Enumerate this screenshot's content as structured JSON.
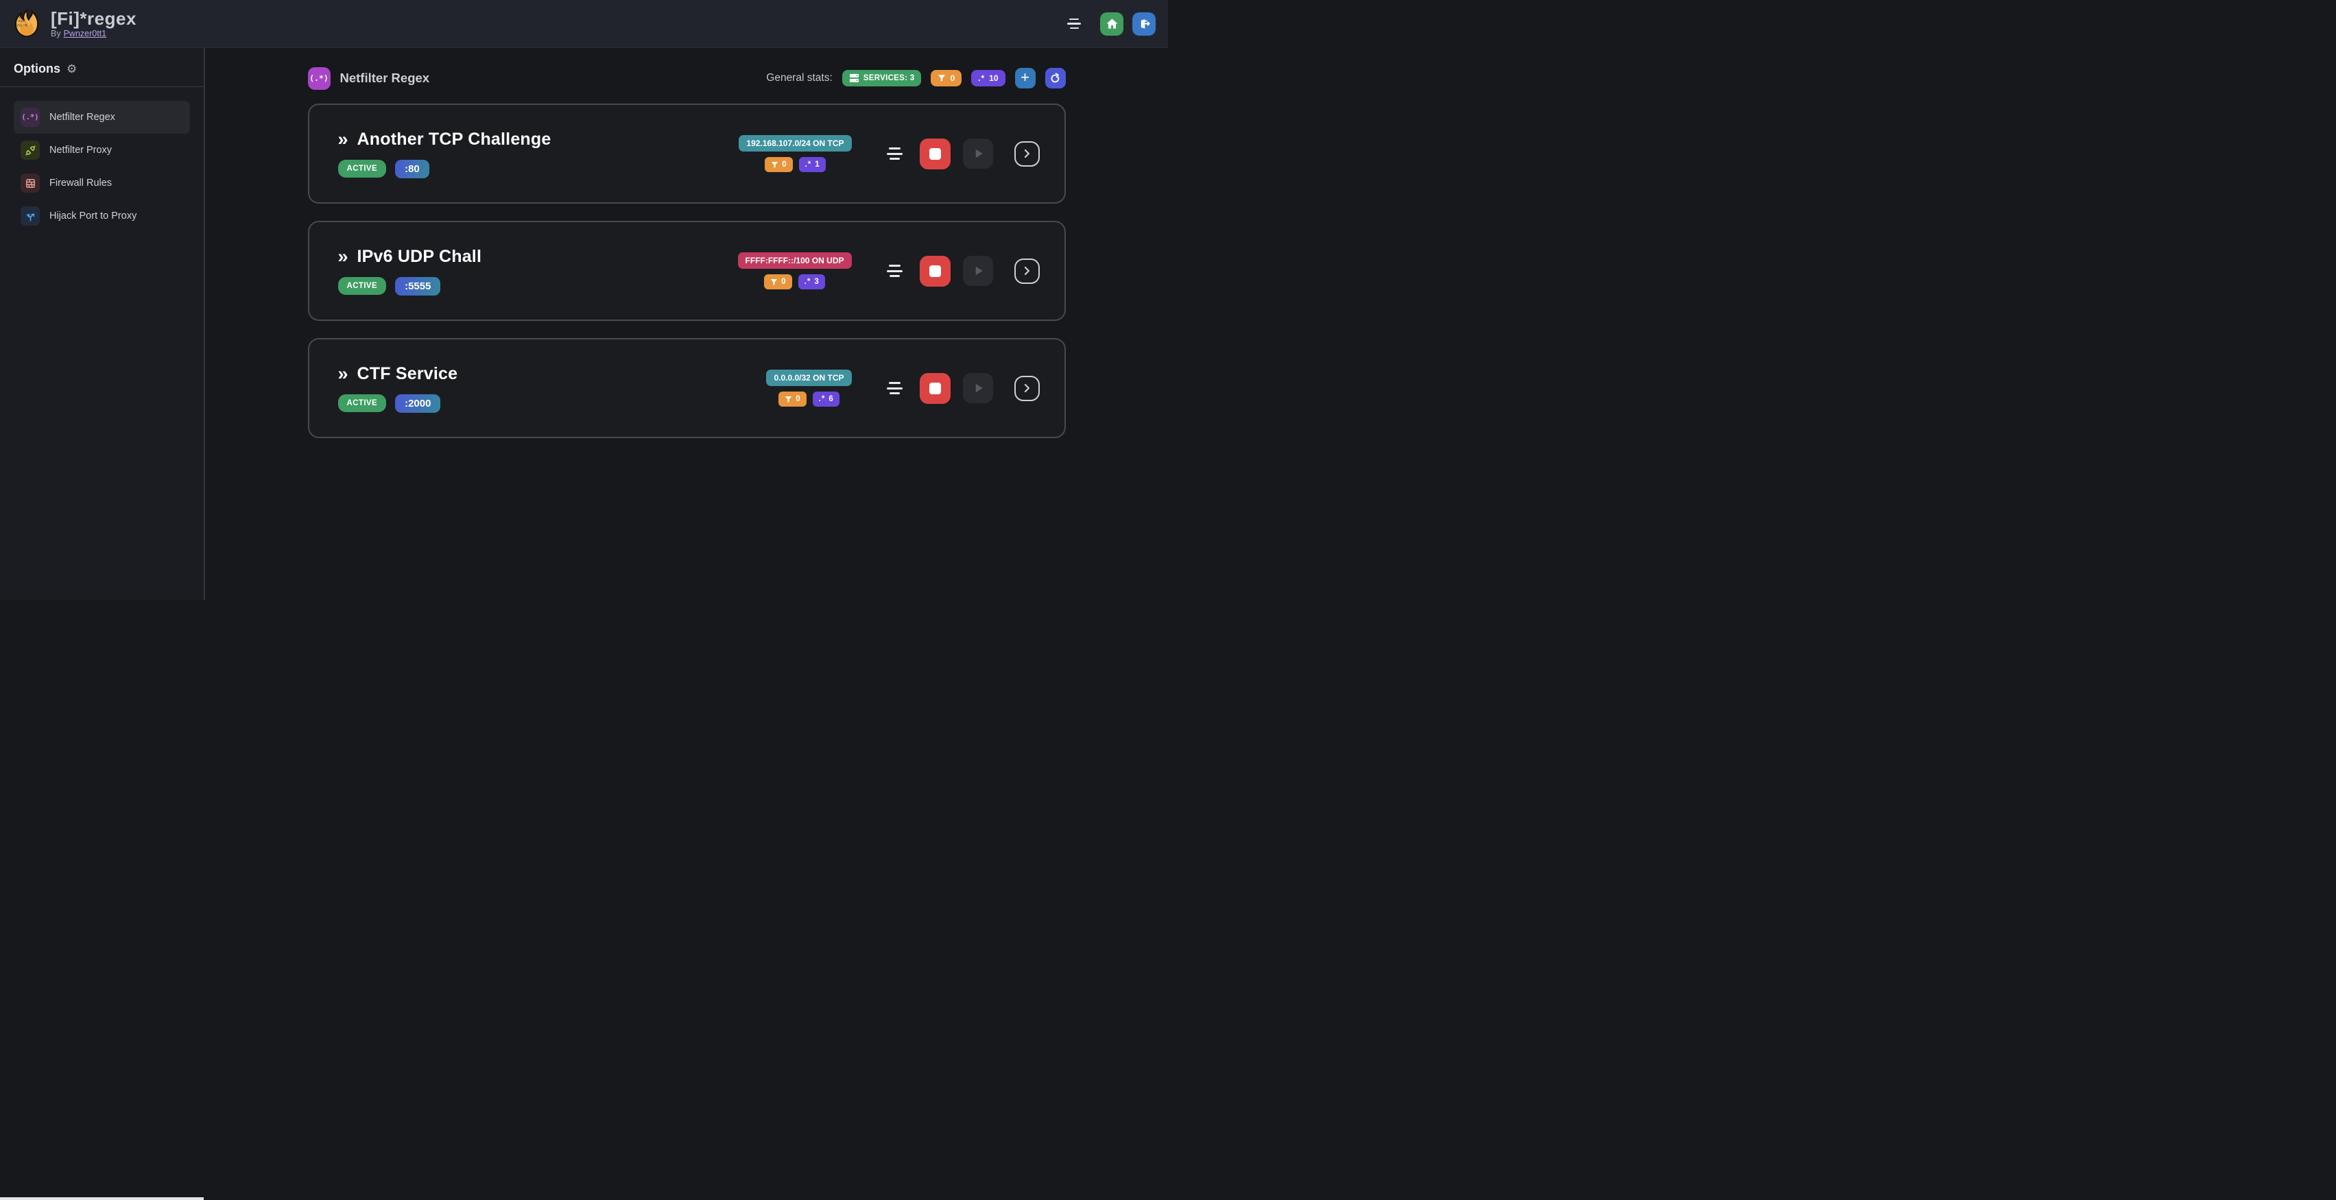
{
  "colors": {
    "accent_grape": "#a845c9",
    "green": "#3f9e63",
    "orange": "#e8953c",
    "violet": "#6a47dc",
    "teal": "#40929f",
    "pink": "#c23a60",
    "stop_red": "#dc4444",
    "plus_blue": "#3479b9",
    "refresh_indigo": "#4d58d8",
    "home_green": "#419e5f",
    "logout_blue": "#3a78c8",
    "link_purple": "#b9a0e8",
    "port_gradient_from": "#4a5ad2",
    "port_gradient_to": "#37879f"
  },
  "header": {
    "app_title": "[Fi]*regex",
    "byline_prefix": "By",
    "byline_link": "Pwnzer0tt1"
  },
  "sidebar": {
    "title": "Options",
    "gear": "⚙",
    "items": [
      {
        "label": "Netfilter Regex",
        "icon_text": "(.*)",
        "active": true
      },
      {
        "label": "Netfilter Proxy",
        "active": false
      },
      {
        "label": "Firewall Rules",
        "active": false
      },
      {
        "label": "Hijack Port to Proxy",
        "active": false
      }
    ]
  },
  "main": {
    "section_icon_text": "(.*)",
    "section_title": "Netfilter Regex",
    "stats_label": "General stats:",
    "services_badge": "SERVICES: 3",
    "filtered_total": "0",
    "regex_total": "10"
  },
  "icons": {
    "chevrons": "»",
    "regex_literal": ".*",
    "plus": "+"
  },
  "services": [
    {
      "name": "Another TCP Challenge",
      "status": "ACTIVE",
      "port": ":80",
      "address": "192.168.107.0/24 ON TCP",
      "address_color": "teal",
      "filtered": "0",
      "regex_count": "1"
    },
    {
      "name": "IPv6 UDP Chall",
      "status": "ACTIVE",
      "port": ":5555",
      "address": "FFFF:FFFF::/100 ON UDP",
      "address_color": "pink",
      "filtered": "0",
      "regex_count": "3"
    },
    {
      "name": "CTF Service",
      "status": "ACTIVE",
      "port": ":2000",
      "address": "0.0.0.0/32 ON TCP",
      "address_color": "teal",
      "filtered": "0",
      "regex_count": "6"
    }
  ]
}
